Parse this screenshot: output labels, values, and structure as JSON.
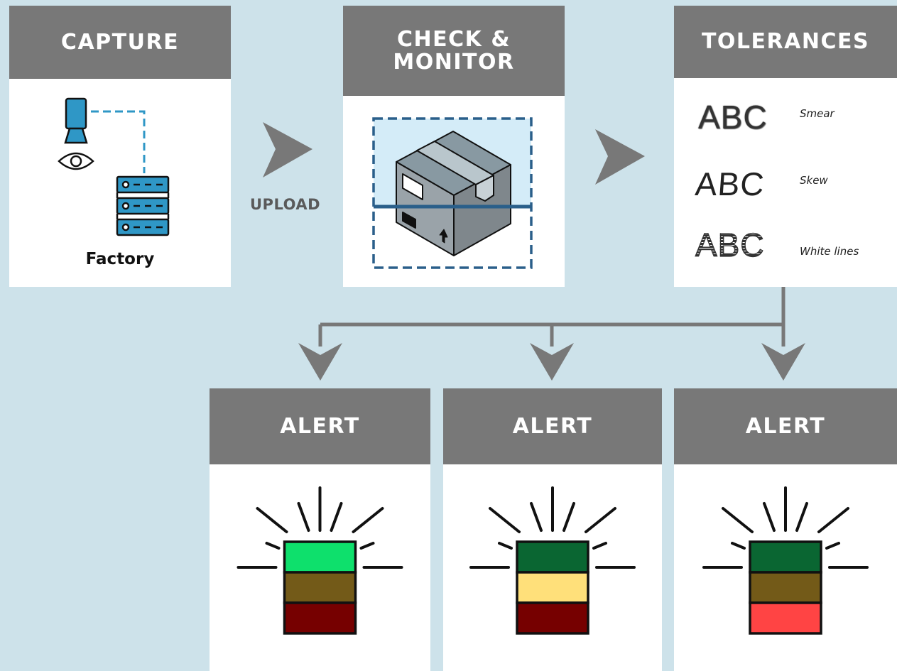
{
  "stages": {
    "capture": {
      "title": "CAPTURE",
      "location_label": "Factory"
    },
    "upload_label": "UPLOAD",
    "check": {
      "title_line1": "CHECK &",
      "title_line2": "MONITOR"
    },
    "tolerances": {
      "title": "TOLERANCES",
      "items": [
        {
          "sample": "ABC",
          "label": "Smear"
        },
        {
          "sample": "ABC",
          "label": "Skew"
        },
        {
          "sample": "ABC",
          "label": "White lines"
        }
      ]
    }
  },
  "alerts": [
    {
      "title": "ALERT",
      "lamps": [
        "#0ee06c",
        "#735a18",
        "#760000"
      ],
      "active": "top"
    },
    {
      "title": "ALERT",
      "lamps": [
        "#0a6632",
        "#ffe07a",
        "#760000"
      ],
      "active": "middle"
    },
    {
      "title": "ALERT",
      "lamps": [
        "#0a6632",
        "#735a18",
        "#ff4444"
      ],
      "active": "bottom"
    }
  ],
  "icons": {
    "camera": "camera-icon",
    "eye": "eye-icon",
    "server": "server-icon",
    "package": "package-box-icon",
    "arrow": "arrow-right-icon",
    "alert_light": "stack-light-icon"
  },
  "colors": {
    "background": "#cde2ea",
    "header": "#787878",
    "connector": "#787878",
    "device_blue": "#2f97c6",
    "scan_blue": "#2a5f8a"
  }
}
